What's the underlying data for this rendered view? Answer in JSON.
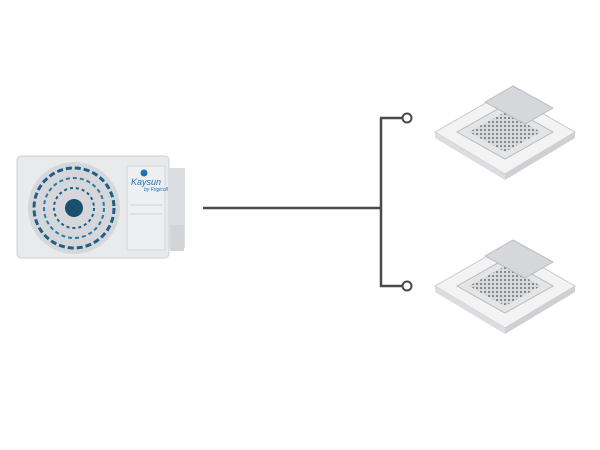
{
  "diagram": {
    "title": "Multi-split system: 1 outdoor unit, 2 cassette indoor units",
    "outdoor_unit": {
      "brand_logo": "Kaysun by Frigicoll"
    },
    "indoor_units": [
      {
        "type": "cassette"
      },
      {
        "type": "cassette"
      }
    ],
    "colors": {
      "pipe": "#4a4a4a",
      "unit_body": "#e9eaec",
      "fan_blue": "#1d5f86",
      "logo": "#1f6fb5"
    }
  }
}
